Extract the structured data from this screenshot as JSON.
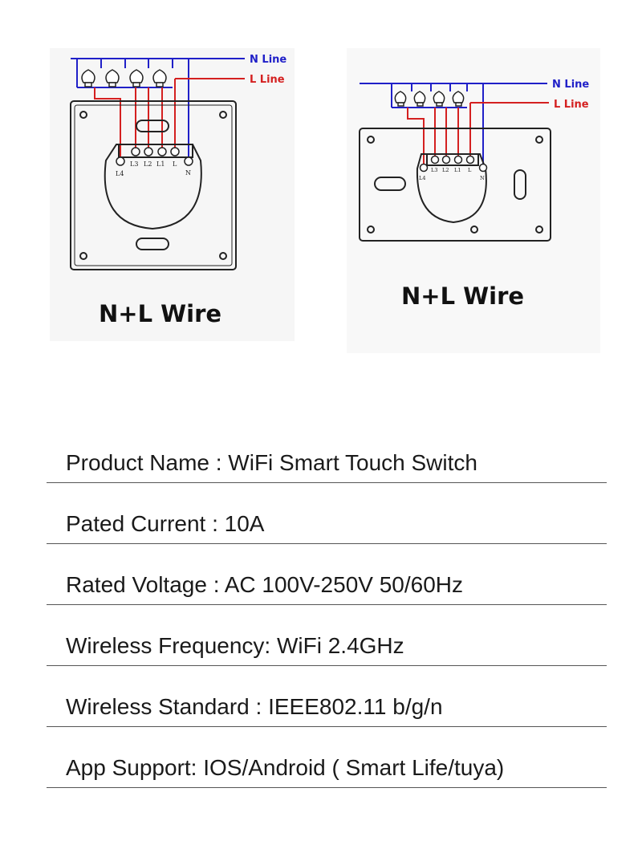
{
  "colors": {
    "n_line": "#2020c8",
    "l_line": "#d42020",
    "outline": "#222222"
  },
  "diagrams": [
    {
      "id": "left",
      "n_label": "N Line",
      "l_label": "L Line",
      "terminals": [
        "L4",
        "L3",
        "L2",
        "L1",
        "L",
        "N"
      ],
      "title": "N+L Wire"
    },
    {
      "id": "right",
      "n_label": "N Line",
      "l_label": "L Line",
      "terminals": [
        "L4",
        "L3",
        "L2",
        "L1",
        "L",
        "N"
      ],
      "title": "N+L Wire"
    }
  ],
  "specs": [
    "Product Name : WiFi Smart Touch Switch",
    "Pated Current : 10A",
    "Rated Voltage : AC 100V-250V 50/60Hz",
    "Wireless Frequency: WiFi 2.4GHz",
    "Wireless Standard : IEEE802.11 b/g/n",
    "App Support: IOS/Android ( Smart Life/tuya)"
  ]
}
